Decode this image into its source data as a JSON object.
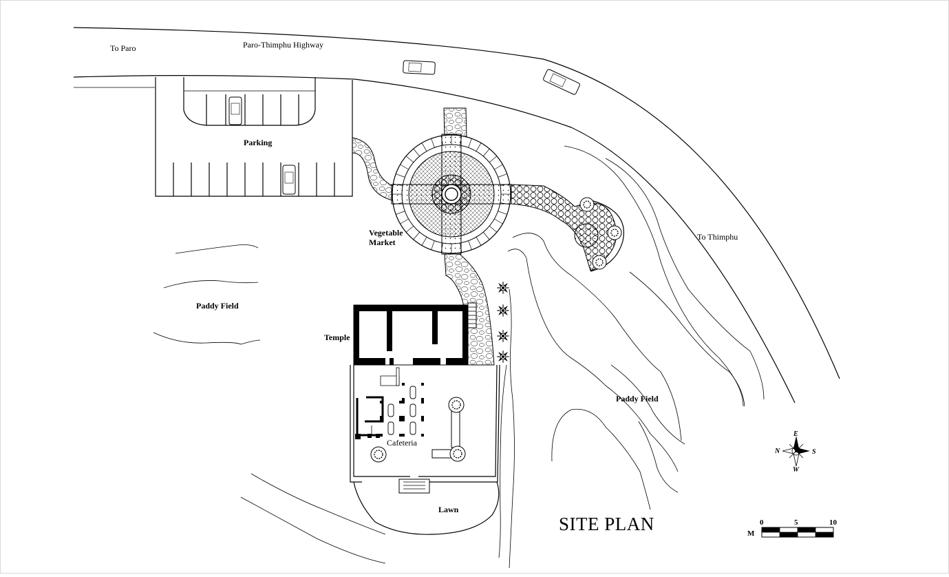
{
  "labels": {
    "to_paro": "To Paro",
    "highway": "Paro-Thimphu Highway",
    "parking": "Parking",
    "vegetable_market_line1": "Vegetable",
    "vegetable_market_line2": "Market",
    "to_thimphu": "To Thimphu",
    "paddy_field_left": "Paddy Field",
    "paddy_field_right": "Paddy Field",
    "temple": "Temple",
    "cafeteria": "Cafeteria",
    "lawn": "Lawn",
    "site_plan": "SITE PLAN"
  },
  "compass": {
    "e": "E",
    "w": "W",
    "n": "N",
    "s": "S"
  },
  "scale_bar": {
    "unit": "M",
    "ticks": [
      "0",
      "5",
      "10"
    ]
  }
}
